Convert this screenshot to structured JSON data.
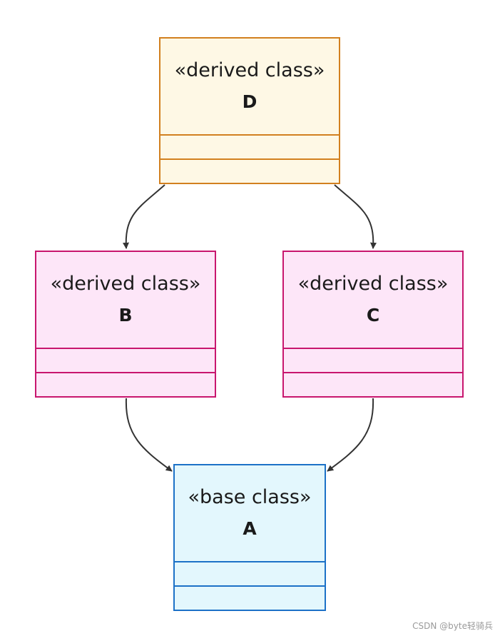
{
  "diagram": {
    "nodes": [
      {
        "id": "D",
        "stereotype": "«derived class»",
        "name": "D"
      },
      {
        "id": "B",
        "stereotype": "«derived class»",
        "name": "B"
      },
      {
        "id": "C",
        "stereotype": "«derived class»",
        "name": "C"
      },
      {
        "id": "A",
        "stereotype": "«base class»",
        "name": "A"
      }
    ],
    "edges": [
      {
        "from": "D",
        "to": "B"
      },
      {
        "from": "D",
        "to": "C"
      },
      {
        "from": "B",
        "to": "A"
      },
      {
        "from": "C",
        "to": "A"
      }
    ],
    "colors": {
      "derived_top_fill": "#fef8e5",
      "derived_top_border": "#d2801f",
      "derived_mid_fill": "#fde6f8",
      "derived_mid_border": "#c8166e",
      "base_fill": "#e3f7fd",
      "base_border": "#1c71c7",
      "edge": "#333333"
    }
  },
  "watermark": "CSDN @byte轻骑兵"
}
